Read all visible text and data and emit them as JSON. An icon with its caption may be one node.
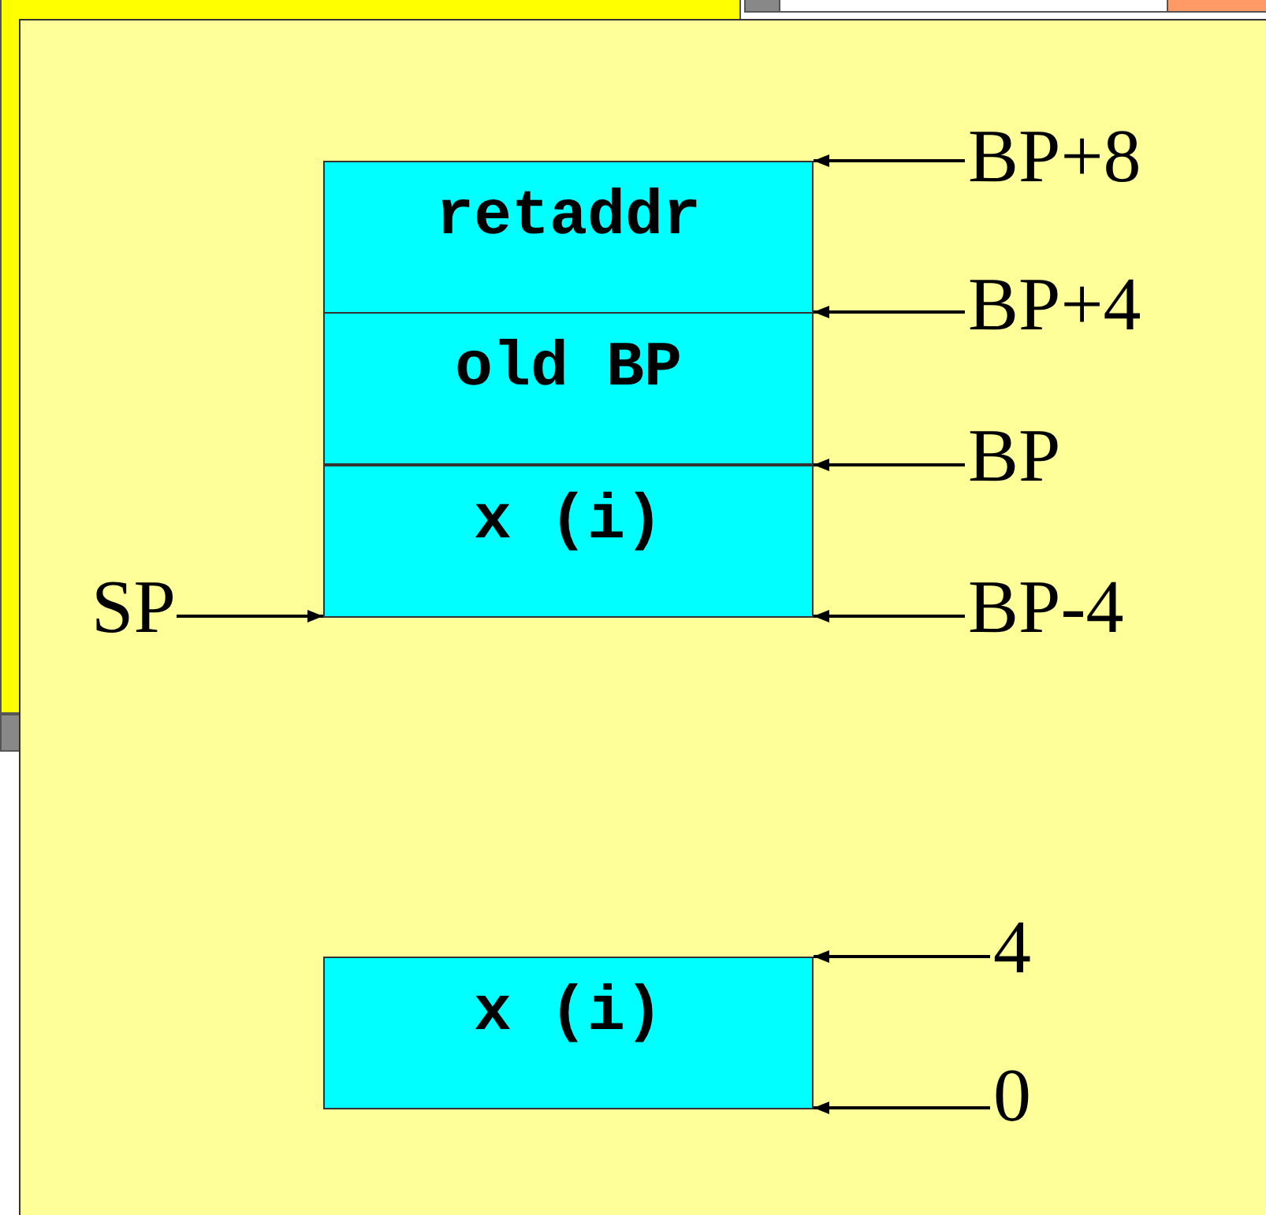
{
  "diagram": {
    "nodes": [
      {
        "text": [
          "retaddr"
        ]
      },
      {
        "text": [
          "old BP"
        ]
      },
      {
        "text": [
          "x (i)"
        ]
      },
      {
        "text": [
          "BP+8"
        ]
      },
      {
        "text": [
          "BP+4"
        ]
      },
      {
        "text": [
          "BP"
        ]
      },
      {
        "text": [
          "BP-4"
        ]
      },
      {
        "text": [
          "SP"
        ]
      },
      {
        "text": [
          "x (i)"
        ]
      },
      {
        "text": [
          "4"
        ]
      },
      {
        "text": [
          "0"
        ]
      }
    ],
    "edges": [
      {
        "from": 3,
        "to": 0,
        "arrow": "to"
      },
      {
        "from": 4,
        "to": 1,
        "arrow": "to"
      },
      {
        "from": 5,
        "to": 2,
        "arrow": "to"
      },
      {
        "from": 6,
        "to": 2,
        "arrow": "to"
      },
      {
        "from": 7,
        "to": 2,
        "arrow": "to"
      },
      {
        "from": 9,
        "to": 8,
        "arrow": "to"
      },
      {
        "from": 10,
        "to": 8,
        "arrow": "to"
      }
    ]
  }
}
